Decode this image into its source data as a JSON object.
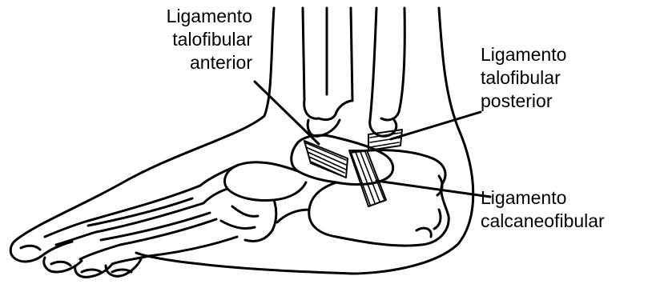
{
  "labels": {
    "anterior_talofibular": [
      "Ligamento",
      "talofibular",
      "anterior"
    ],
    "posterior_talofibular": [
      "Ligamento",
      "talofibular",
      "posterior"
    ],
    "calcaneofibular": [
      "Ligamento",
      "calcaneofibular"
    ]
  },
  "colors": {
    "line": "#000000",
    "background": "#ffffff"
  }
}
